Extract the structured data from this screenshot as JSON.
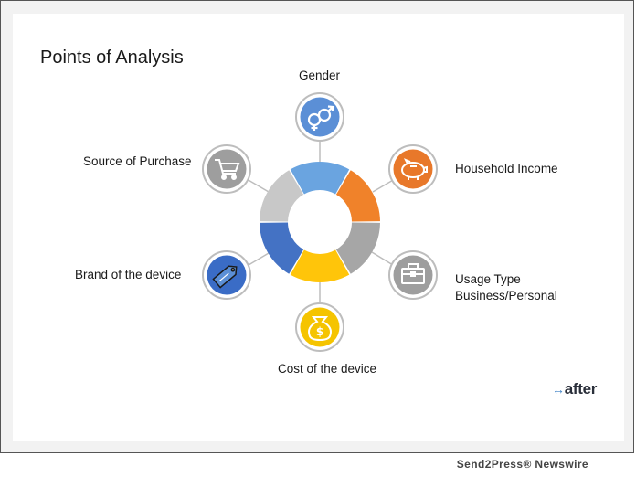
{
  "title": "Points of Analysis",
  "nodes": [
    {
      "label": "Gender",
      "icon": "gender-icon",
      "color": "#5b8fd6"
    },
    {
      "label": "Household Income",
      "icon": "piggy-bank-icon",
      "color": "#e8782a"
    },
    {
      "label_line1": "Usage Type",
      "label_line2": "Business/Personal",
      "icon": "briefcase-icon",
      "color": "#9e9e9e"
    },
    {
      "label": "Cost of the device",
      "icon": "money-bag-icon",
      "color": "#f5c400"
    },
    {
      "label": "Brand of the device",
      "icon": "brand-tag-icon",
      "color": "#3a6cc6"
    },
    {
      "label": "Source of Purchase",
      "icon": "shopping-cart-icon",
      "color": "#9e9e9e"
    }
  ],
  "ring_colors": [
    "#6aa4e0",
    "#f0822a",
    "#a6a6a6",
    "#ffc50a",
    "#4472c4",
    "#c8c8c8"
  ],
  "brand": {
    "arrow": "↔",
    "name": "after"
  },
  "footer": "Send2Press® Newswire"
}
